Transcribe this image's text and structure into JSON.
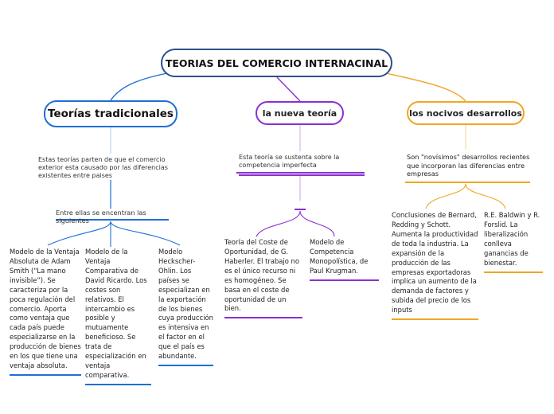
{
  "root": {
    "title": "TEORIAS DEL COMERCIO INTERNACINAL"
  },
  "branches": {
    "tradicionales": {
      "title": "Teorías tradicionales",
      "description": "Estas teorías parten de que el comercio exterior esta causado por las diferencias existentes entre paises",
      "connector": "Entre ellas se encentran las siguientes",
      "children": [
        "Modelo de la Ventaja Absoluta de Adam Smith (“La mano invisible”). Se caracteriza por la poca regulación del comercio. Aporta como ventaja que cada país puede especializarse en la producción de bienes en los que tiene una ventaja absoluta.",
        "Modelo de la Ventaja Comparativa de David Ricardo. Los costes son relativos. El intercambio es posible y mutuamente beneficioso. Se trata de especialización en ventaja comparativa.",
        "Modelo Heckscher-Ohlin. Los países se especializan en la exportación de los bienes cuya producción es intensiva en el factor en el que el país es abundante."
      ]
    },
    "nueva": {
      "title": "la nueva teoría",
      "description": "Esta teoría se sustenta sobre la competencia imperfecta",
      "children": [
        "Teoría del Coste de Oportunidad, de G. Haberler. El trabajo no es el único recurso ni es homogéneo. Se basa en el coste de oportunidad de un bien.",
        "Modelo de Competencia Monopolística, de Paul Krugman."
      ]
    },
    "nocivos": {
      "title": "los nocivos desarrollos",
      "description": "Son \"novísimos\" desarrollos recientes que incorporan las diferencias entre empresas",
      "children": [
        "Conclusiones de Bernard, Redding y Schott. Aumenta la productividad de toda la industria. La expansión de la producción de las empresas exportadoras implica un aumento de la demanda de factores y subida del precio de los inputs",
        "R.E. Baldwin y R. Forslid. La liberalización conlleva ganancias de bienestar."
      ]
    }
  },
  "colors": {
    "root_border": "#2d4f8f",
    "tradicionales": "#1f6fd6",
    "nueva": "#8a2fd0",
    "nocivos": "#f0a623"
  }
}
